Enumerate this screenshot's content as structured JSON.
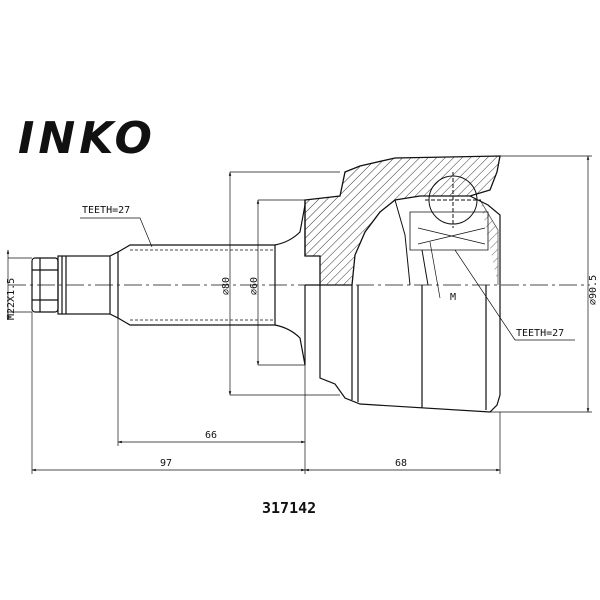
{
  "brand": {
    "logo_text": "INKO"
  },
  "part_number": "317142",
  "annotations": {
    "teeth_shaft": "TEETH=27",
    "teeth_housing": "TEETH=27",
    "thread": "M22X1.5",
    "marker_m": "M"
  },
  "dimensions": {
    "dia_80": "⌀80",
    "dia_60": "⌀60",
    "dia_90_5": "⌀90.5",
    "len_66": "66",
    "len_97": "97",
    "len_68": "68"
  },
  "colors": {
    "line": "#111111",
    "hatch": "#333333",
    "background": "#ffffff"
  }
}
